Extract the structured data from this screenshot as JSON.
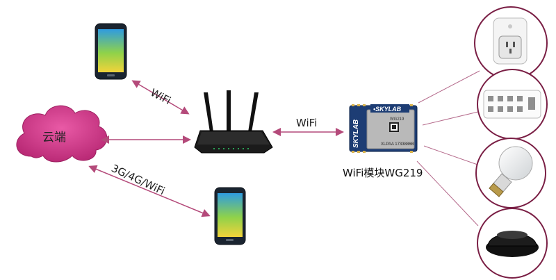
{
  "labels": {
    "cloud": "云端",
    "wifi_phone_router": "WiFi",
    "wifi_router_module": "WiFi",
    "mobile_network": "3G/4G/WiFi",
    "module_name": "WiFi模块WG219"
  },
  "chip": {
    "brand": "•SKYLAB",
    "side": "SKYLAB",
    "model": "WG219",
    "serial": "XLPAA 1733886B"
  },
  "colors": {
    "cloud": "#c0317e",
    "arrow": "#b44a7a",
    "circle": "#7a1f45",
    "connector": "#b56b8c"
  }
}
